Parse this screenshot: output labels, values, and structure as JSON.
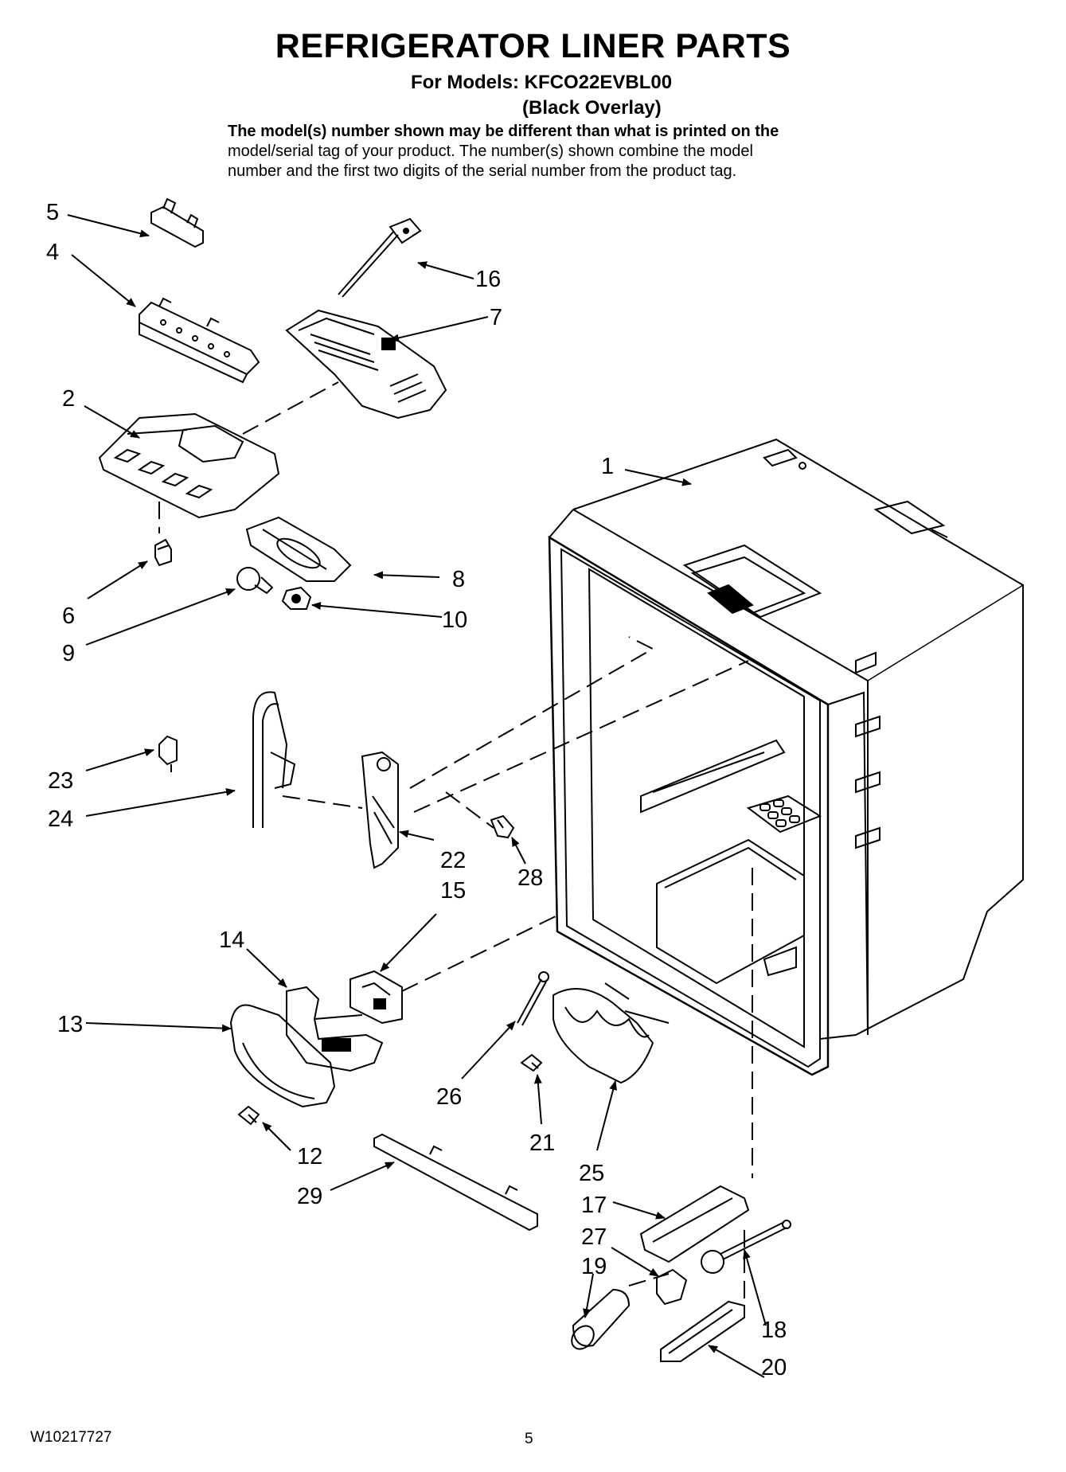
{
  "header": {
    "title": "REFRIGERATOR LINER PARTS",
    "models_line": "For Models: KFCO22EVBL00",
    "overlay_line": "(Black Overlay)",
    "note_bold": "The model(s) number shown may be different than what is printed on the",
    "note_line2": "model/serial tag of your product. The number(s) shown combine the model",
    "note_line3": "number and the first two digits of the serial number from the product tag."
  },
  "callouts": [
    "5",
    "4",
    "16",
    "7",
    "2",
    "1",
    "8",
    "6",
    "10",
    "9",
    "23",
    "24",
    "22",
    "28",
    "15",
    "14",
    "13",
    "26",
    "21",
    "12",
    "25",
    "29",
    "17",
    "27",
    "19",
    "18",
    "20"
  ],
  "footer": {
    "doc_number": "W10217727",
    "page_number": "5"
  }
}
